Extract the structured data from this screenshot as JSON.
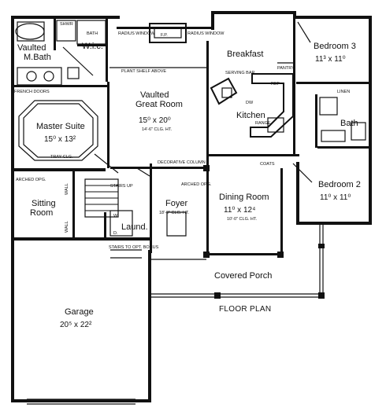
{
  "caption": "FLOOR PLAN",
  "rooms": {
    "vaulted_mbath": {
      "name_line1": "Vaulted",
      "name_line2": "M.Bath"
    },
    "wic": {
      "name": "W.i.c."
    },
    "great_room": {
      "name_line1": "Vaulted",
      "name_line2": "Great Room",
      "dim": "15⁰ x 20⁰",
      "ceiling": "14'-6\" CLG. HT."
    },
    "breakfast": {
      "name": "Breakfast"
    },
    "bedroom3": {
      "name": "Bedroom 3",
      "dim": "11³ x 11⁰"
    },
    "kitchen": {
      "name": "Kitchen"
    },
    "bath": {
      "name": "Bath"
    },
    "master_suite": {
      "name": "Master Suite",
      "dim": "15⁰ x 13²",
      "ceiling": "TRAY CLG."
    },
    "bedroom2": {
      "name": "Bedroom 2",
      "dim": "11⁰ x 11⁰"
    },
    "dining_room": {
      "name": "Dining Room",
      "dim": "11⁰ x 12⁴",
      "ceiling": "10'-0\" CLG. HT."
    },
    "foyer": {
      "name": "Foyer",
      "ceiling": "18'-0\" CLG. HT."
    },
    "sitting_room": {
      "name_line1": "Sitting",
      "name_line2": "Room"
    },
    "laundry": {
      "name": "Laund."
    },
    "covered_porch": {
      "name": "Covered Porch"
    },
    "garage": {
      "name": "Garage",
      "dim": "20⁵ x 22²"
    }
  },
  "notes": {
    "radius_window_1": "RADIUS WINDOW",
    "radius_window_2": "RADIUS WINDOW",
    "fireplace": "F.P.",
    "plant_shelf": "PLANT SHELF ABOVE",
    "serving_bar": "SERVING BAR",
    "pantry": "PANTRY",
    "ref": "REF",
    "dw": "DW",
    "range": "RANGE",
    "linen": "LINEN",
    "french_doors": "FRENCH DOORS",
    "shower": "SHWR",
    "bath": "BATH",
    "decorative_column": "DECORATIVE COLUMN",
    "coats": "COATS",
    "arched_opg_1": "ARCHED OPG.",
    "arched_opg_2": "ARCHED OPG.",
    "stairs_up": "STAIRS UP",
    "wall_1": "WALL",
    "wall_2": "WALL",
    "wh": "W.",
    "dryer": "D.",
    "stairs_to_bonus": "STAIRS TO OPT. BONUS"
  }
}
